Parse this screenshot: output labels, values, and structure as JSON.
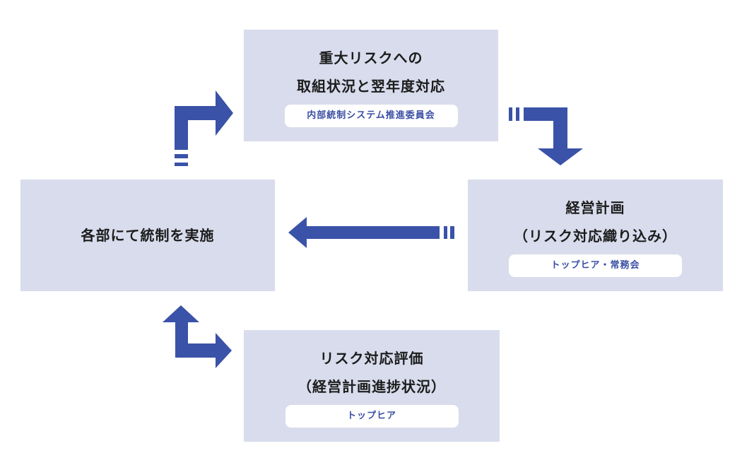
{
  "nodes": {
    "top": {
      "title_line1": "重大リスクへの",
      "title_line2": "取組状況と翌年度対応",
      "tag": "内部統制システム推進委員会"
    },
    "right": {
      "title_line1": "経営計画",
      "title_line2": "（リスク対応織り込み）",
      "tag": "トップヒア・常務会"
    },
    "left": {
      "title": "各部にて統制を実施"
    },
    "bottom": {
      "title_line1": "リスク対応評価",
      "title_line2": "（経営計画進捗状況）",
      "tag": "トップヒア"
    }
  },
  "colors": {
    "box_fill": "#d8dcec",
    "arrow": "#3a52a8",
    "tag_text": "#3a4fa3"
  }
}
